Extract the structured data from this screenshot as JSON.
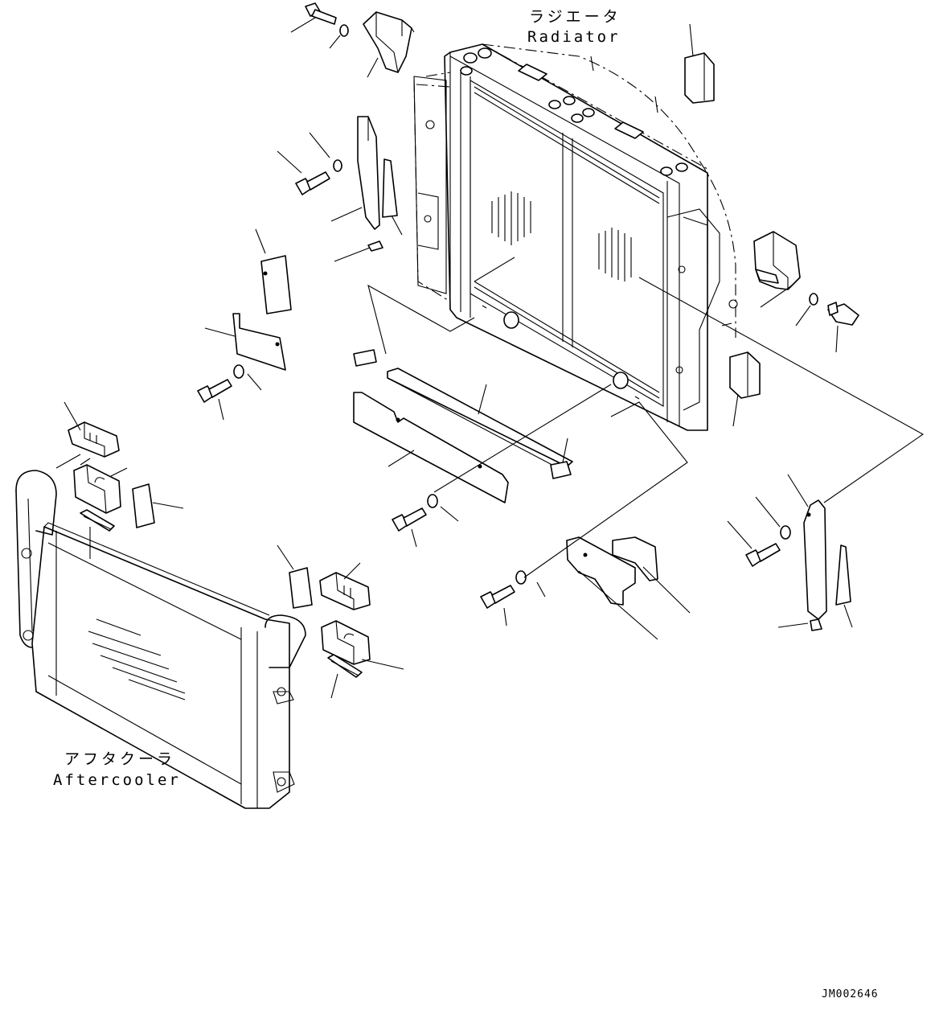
{
  "labels": {
    "radiator_ja": "ラジエータ",
    "radiator_en": "Radiator",
    "aftercooler_ja": "アフタクーラ",
    "aftercooler_en": "Aftercooler",
    "drawing_code": "JM002646"
  },
  "colors": {
    "line": "#000000",
    "background": "#ffffff"
  }
}
